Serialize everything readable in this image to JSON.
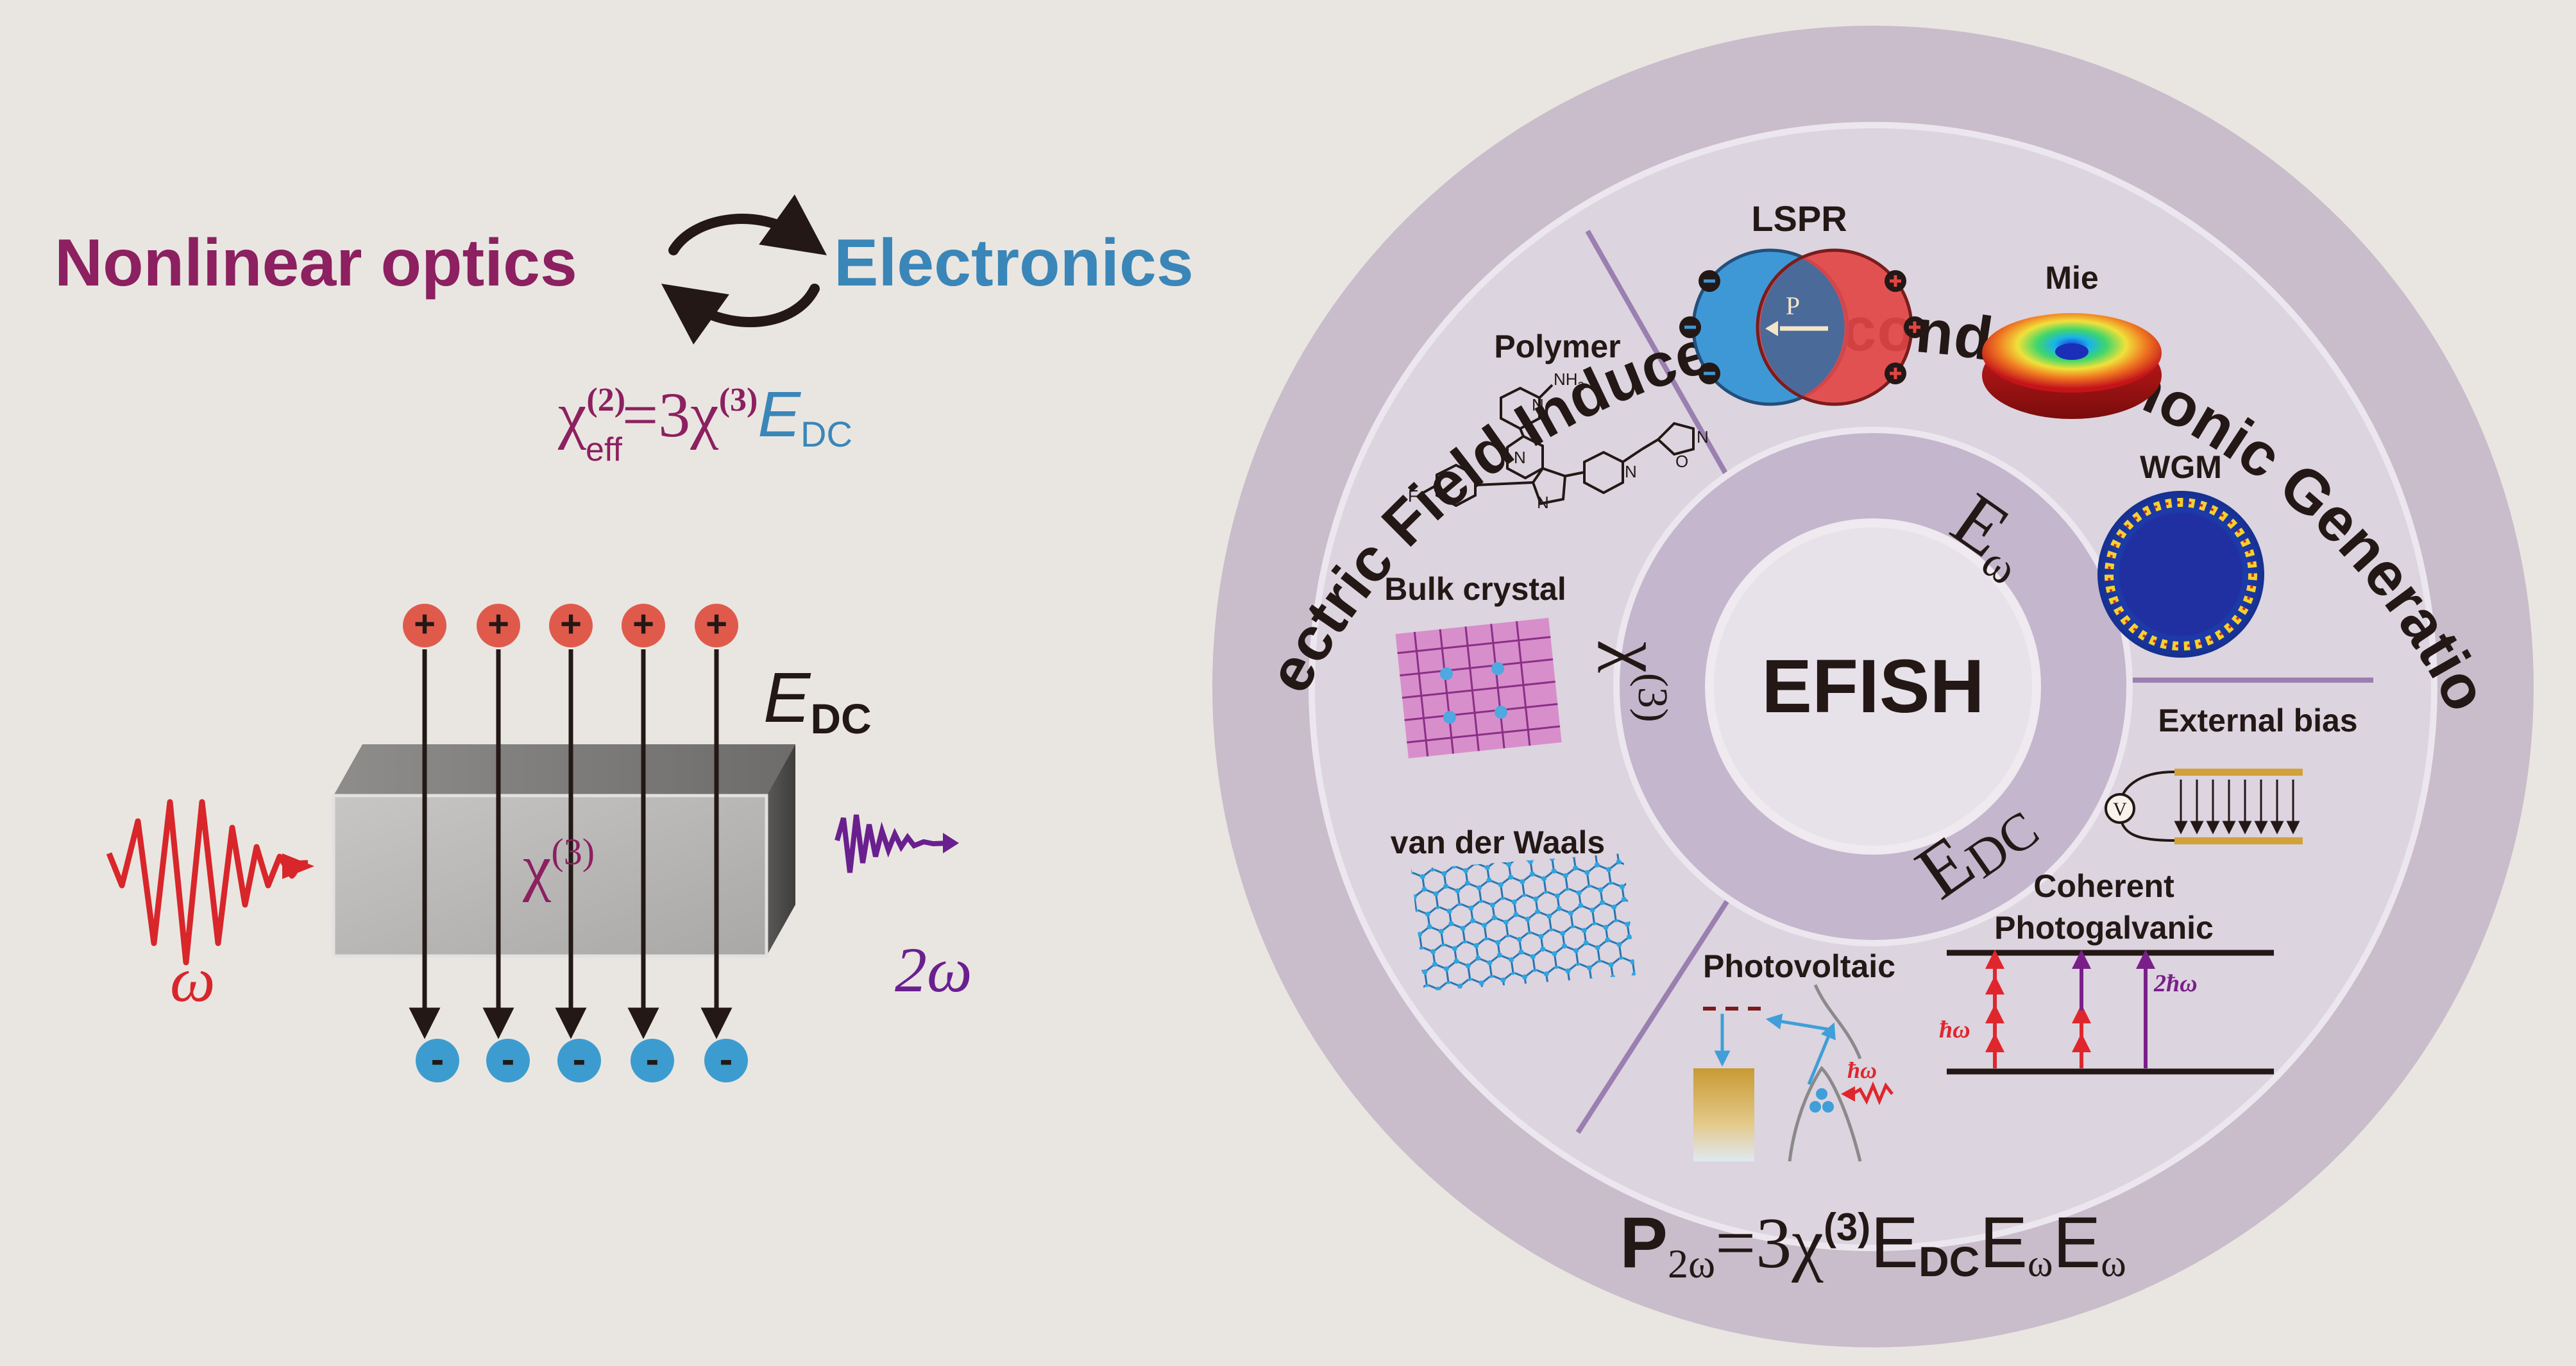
{
  "colors": {
    "background": "#e9e6e1",
    "nonlinear": "#8c2060",
    "electronics": "#3a86b8",
    "plus_charge": "#e05a4c",
    "minus_charge": "#3d9ccf",
    "omega_wave": "#d8262b",
    "two_omega_wave": "#6a1f8f",
    "outer_ring": "#c9bccb",
    "mid_disc": "#dcd4df",
    "inner_ring": "#c4b6cd",
    "core": "#e7e1e9"
  },
  "left": {
    "title_nonlinear": "Nonlinear optics",
    "title_electronics": "Electronics",
    "eq_chi": "χ",
    "eq_order2": "(2)",
    "eq_eff": "eff",
    "eq_mid": "=3χ",
    "eq_order3": "(3)",
    "eq_E": "E",
    "eq_DC": "DC",
    "plus_sign": "+",
    "minus_sign": "-",
    "field_E": "E",
    "field_DC": "DC",
    "block_chi": "χ",
    "block_order": "(3)",
    "omega": "ω",
    "two_omega": "2ω"
  },
  "ring": {
    "arc_title": "Electric Field Induced Second Harmonic Generation",
    "center": "EFISH",
    "e_omega_E": "E",
    "e_omega_sub": "ω",
    "chi3_chi": "χ",
    "chi3_sub": "(3)",
    "edc_E": "E",
    "edc_sub": "DC",
    "bottom_P": "P",
    "bottom_P_sub": "2ω",
    "bottom_mid": "=3χ",
    "bottom_order": "(3)",
    "bottom_E1": "E",
    "bottom_DC": "DC",
    "bottom_E2": "E",
    "bottom_w1": "ω",
    "bottom_E3": "E",
    "bottom_w2": "ω"
  },
  "labels": {
    "lspr": "LSPR",
    "lspr_p": "P",
    "mie": "Mie",
    "polymer": "Polymer",
    "nh2": "NH",
    "nh2_sub": "2",
    "atom_n1": "N",
    "atom_n2": "N",
    "atom_n3": "N",
    "atom_n4": "N",
    "atom_n5": "N",
    "atom_o": "O",
    "atom_f": "F",
    "wgm": "WGM",
    "bulk": "Bulk crystal",
    "external_bias": "External bias",
    "voltmeter": "V",
    "vdw": "van der Waals",
    "coherent1": "Coherent",
    "coherent2": "Photogalvanic",
    "hw": "ħω",
    "two_hw": "2ħω",
    "photovoltaic": "Photovoltaic",
    "pv_hw": "ħω"
  }
}
